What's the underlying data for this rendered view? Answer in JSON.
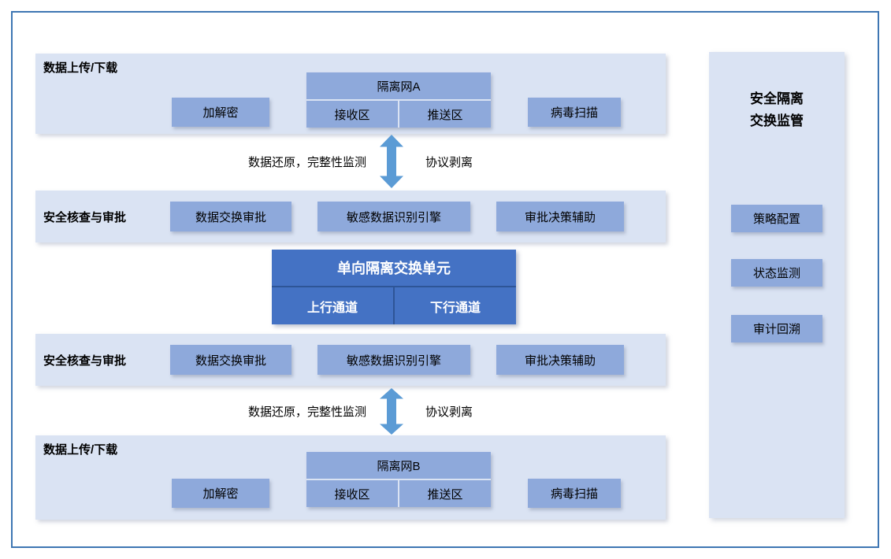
{
  "colors": {
    "frame_border": "#3e76b3",
    "band_bg": "#dae3f3",
    "button_bg": "#8ea9db",
    "unit_bg": "#4472c4",
    "unit_divider": "#2e5597",
    "arrow": "#5b9bd5",
    "unit_text": "#ffffff",
    "text": "#000000"
  },
  "upload_band_a": {
    "label": "数据上传/下载",
    "encrypt_button": "加解密",
    "isolation": {
      "title": "隔离网A",
      "receive": "接收区",
      "push": "推送区"
    },
    "virus_button": "病毒扫描"
  },
  "upload_band_b": {
    "label": "数据上传/下载",
    "encrypt_button": "加解密",
    "isolation": {
      "title": "隔离网B",
      "receive": "接收区",
      "push": "推送区"
    },
    "virus_button": "病毒扫描"
  },
  "connector": {
    "left_label": "数据还原，完整性监测",
    "right_label": "协议剥离"
  },
  "check_band": {
    "label": "安全核查与审批",
    "buttons": [
      "数据交换审批",
      "敏感数据识别引擎",
      "审批决策辅助"
    ]
  },
  "exchange_unit": {
    "title": "单向隔离交换单元",
    "uplink": "上行通道",
    "downlink": "下行通道"
  },
  "supervision_panel": {
    "title_line1": "安全隔离",
    "title_line2": "交换监管",
    "buttons": [
      "策略配置",
      "状态监测",
      "审计回溯"
    ]
  }
}
